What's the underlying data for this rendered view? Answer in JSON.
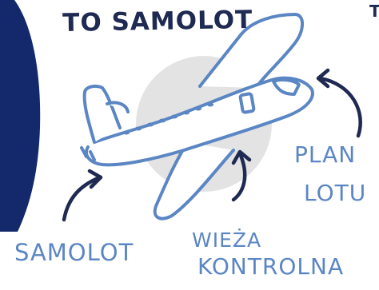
{
  "title": "TO SAMOLOT",
  "edge_mark": "T",
  "labels": {
    "samolot": "SAMOLOT",
    "wieza": "WIEŻA",
    "kontrolna": "KONTROLNA",
    "plan": "PLAN",
    "lotu": "LOTU"
  },
  "icons": [
    "dark-blue-shape",
    "airplane-icon",
    "grey-circle",
    "arrow-icon"
  ],
  "colors": {
    "navy": "#1f2a52",
    "dark_shape": "#13296b",
    "sketch_blue": "#5b86c4",
    "grey_circle": "#e3e3e3",
    "background": "#ffffff"
  }
}
